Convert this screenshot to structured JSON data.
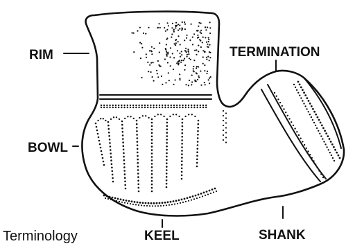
{
  "caption": "Terminology",
  "labels": {
    "rim": "RIM",
    "bowl": "BOWL",
    "keel": "KEEL",
    "termination": "TERMINATION",
    "shank": "SHANK"
  }
}
